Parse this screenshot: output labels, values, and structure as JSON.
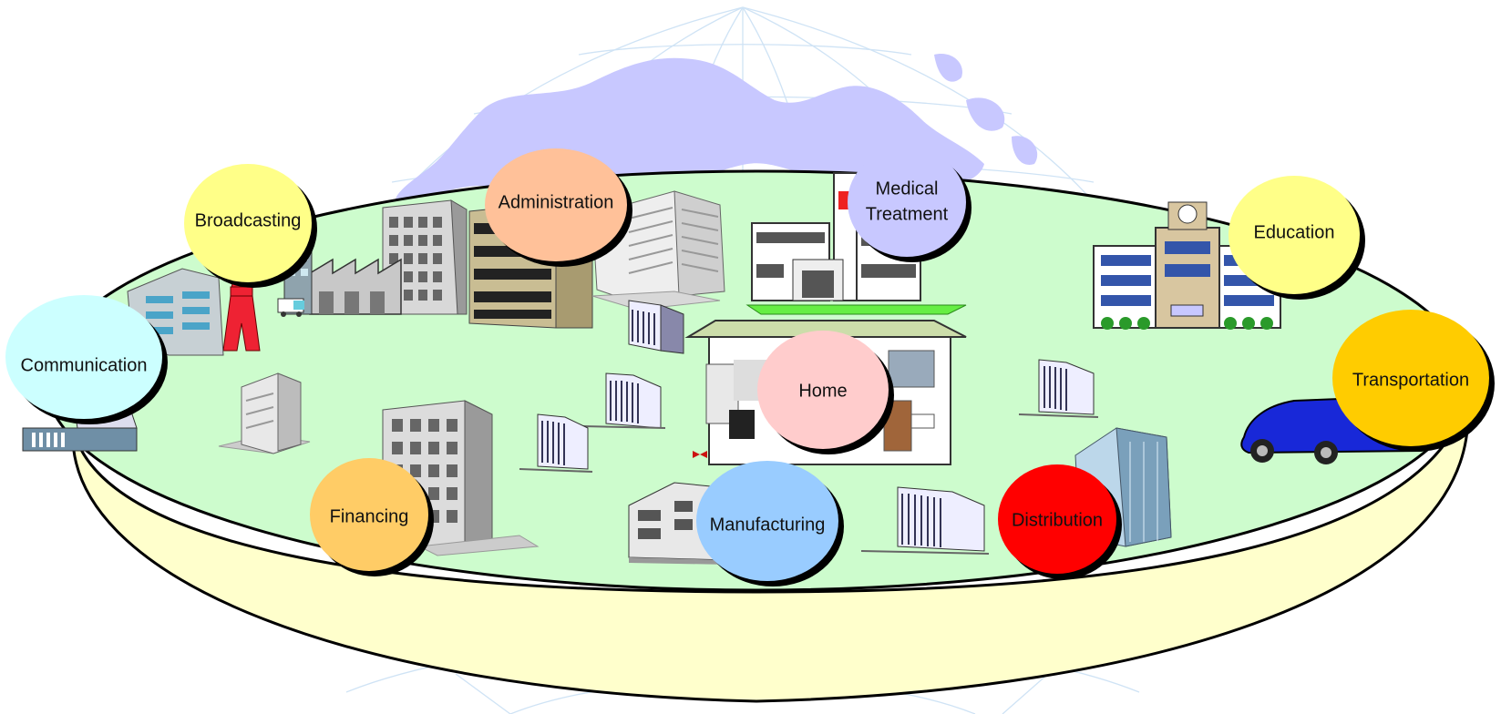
{
  "diagram": {
    "colors": {
      "globe_lines": "#cfe3f5",
      "continents": "#c8c8ff",
      "platform_top": "#cdfccd",
      "platform_side": "#ffffcc",
      "outline": "#000000"
    },
    "sectors": {
      "broadcasting": {
        "label": "Broadcasting",
        "color": "#ffff88"
      },
      "administration": {
        "label": "Administration",
        "color": "#ffc199"
      },
      "medical_line1": "Medical",
      "medical_line2": "Treatment",
      "medical": {
        "color": "#c8c8ff"
      },
      "education": {
        "label": "Education",
        "color": "#ffff88"
      },
      "communication": {
        "label": "Communication",
        "color": "#ccffff"
      },
      "transportation": {
        "label": "Transportation",
        "color": "#ffcc00"
      },
      "home": {
        "label": "Home",
        "color": "#ffcccc"
      },
      "financing": {
        "label": "Financing",
        "color": "#ffcc66"
      },
      "manufacturing": {
        "label": "Manufacturing",
        "color": "#99ccff"
      },
      "distribution": {
        "label": "Distribution",
        "color": "#ff0000"
      }
    }
  }
}
